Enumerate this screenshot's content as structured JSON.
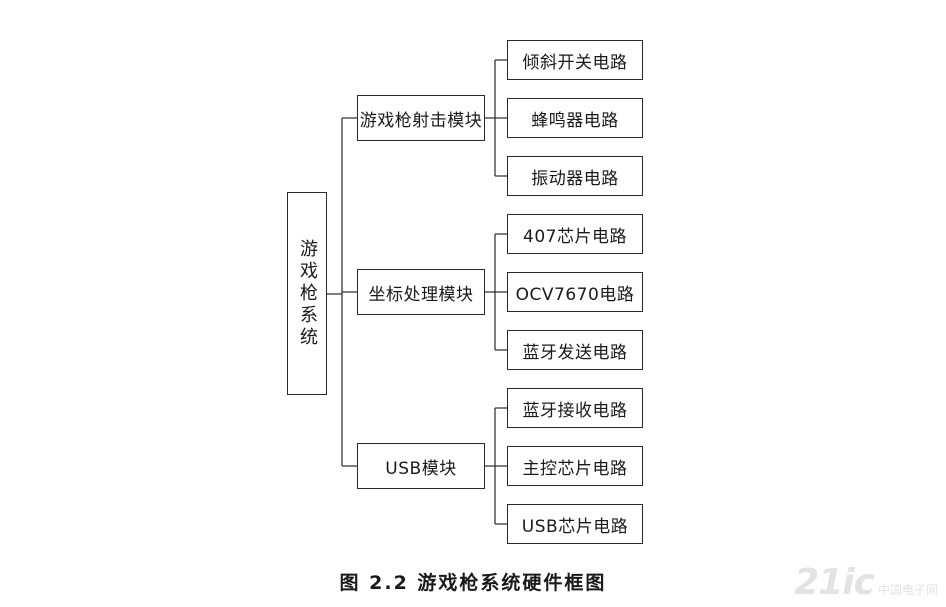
{
  "diagram": {
    "root": {
      "label": "游戏枪系统"
    },
    "modules": [
      {
        "label": "游戏枪射击模块",
        "children": [
          "倾斜开关电路",
          "蜂鸣器电路",
          "振动器电路"
        ]
      },
      {
        "label": "坐标处理模块",
        "children": [
          "407芯片电路",
          "OCV7670电路",
          "蓝牙发送电路"
        ]
      },
      {
        "label": "USB模块",
        "children": [
          "蓝牙接收电路",
          "主控芯片电路",
          "USB芯片电路"
        ]
      }
    ]
  },
  "caption": "图 2.2  游戏枪系统硬件框图",
  "watermark": {
    "logo": "21ic",
    "site": "中国电子网"
  }
}
